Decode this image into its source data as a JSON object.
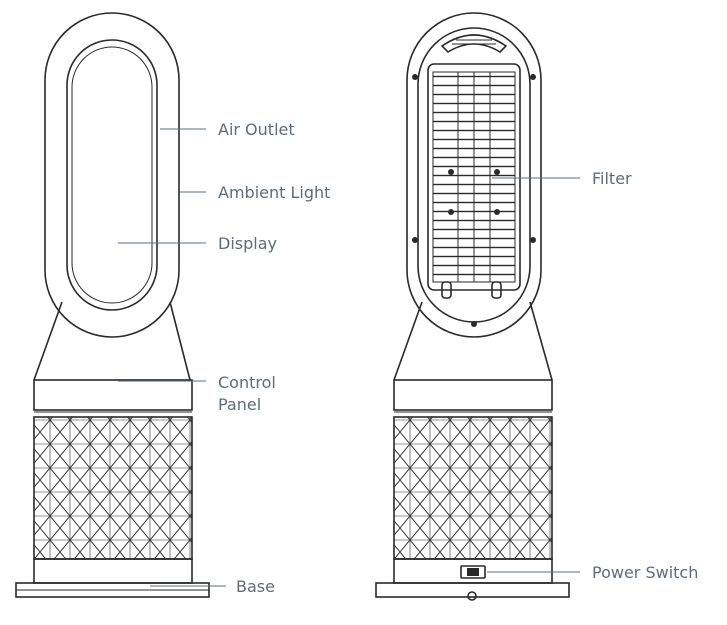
{
  "labels": {
    "air_outlet": "Air Outlet",
    "ambient_light": "Ambient Light",
    "display": "Display",
    "control_panel_line1": "Control",
    "control_panel_line2": "Panel",
    "base": "Base",
    "filter": "Filter",
    "power_switch": "Power Switch"
  },
  "colors": {
    "line_art": "#2a2a2a",
    "label_text": "#5f6b78",
    "background": "#ffffff"
  },
  "views": [
    "front-view",
    "rear-view"
  ]
}
